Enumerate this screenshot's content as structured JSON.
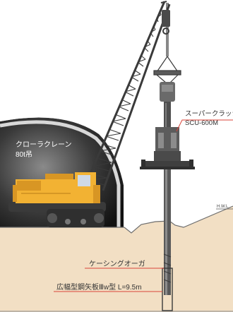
{
  "labels": {
    "crane_title": "クローラクレーン",
    "crane_capacity": "80t吊",
    "machine_name": "スーパークラッシュ",
    "machine_model": "SCU-600M",
    "water_level": "H.W.L",
    "auger": "ケーシングオーガ",
    "sheet_pile": "広幅型鋼矢板Ⅲw型 L=9.5m"
  },
  "colors": {
    "tunnel_fill": "#1c1c1c",
    "ground": "#f2dfc4",
    "ground_edge": "#6e6e6e",
    "crane_body": "#f2b233",
    "boom": "#3a3a3a",
    "callout": "#d9453a",
    "steel": "#595959",
    "background": "#ffffff"
  }
}
